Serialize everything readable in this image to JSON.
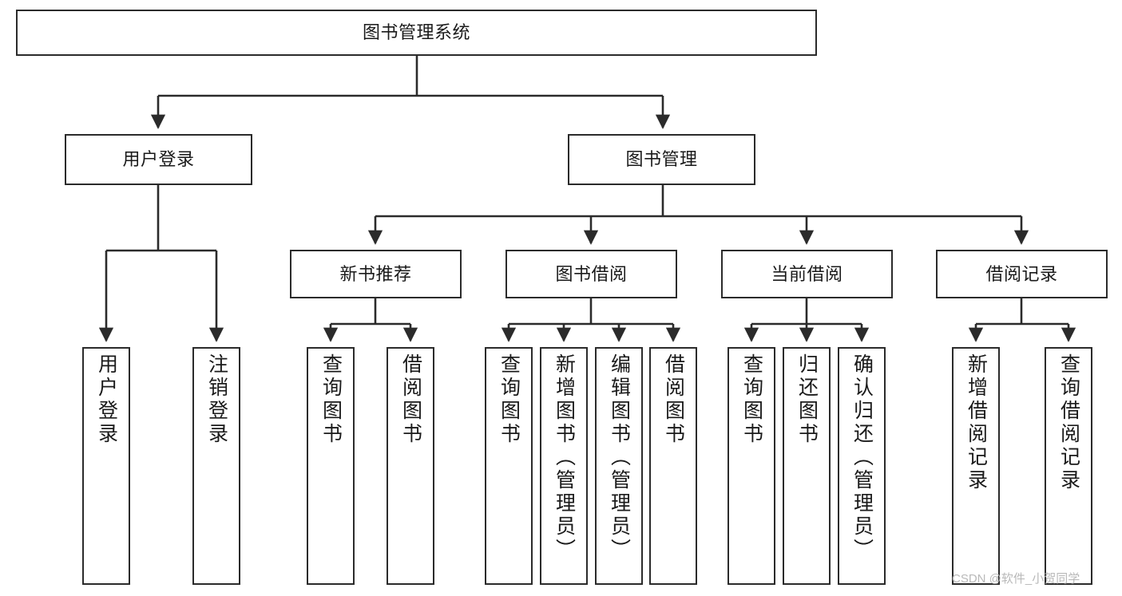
{
  "diagram": {
    "title": "图书管理系统",
    "type": "tree-hierarchy-diagram",
    "root": {
      "id": "root",
      "label": "图书管理系统"
    },
    "level2": [
      {
        "id": "user-login",
        "label": "用户登录"
      },
      {
        "id": "book-management",
        "label": "图书管理"
      }
    ],
    "level3": [
      {
        "id": "new-book-recommend",
        "label": "新书推荐",
        "parent": "book-management"
      },
      {
        "id": "book-borrow",
        "label": "图书借阅",
        "parent": "book-management"
      },
      {
        "id": "current-borrow",
        "label": "当前借阅",
        "parent": "book-management"
      },
      {
        "id": "borrow-record",
        "label": "借阅记录",
        "parent": "book-management"
      }
    ],
    "leaves": [
      {
        "id": "leaf-user-login",
        "label": "用户登录",
        "parent": "user-login"
      },
      {
        "id": "leaf-logout-login",
        "label": "注销登录",
        "parent": "user-login"
      },
      {
        "id": "leaf-query-book-1",
        "label": "查询图书",
        "parent": "new-book-recommend"
      },
      {
        "id": "leaf-borrow-book-1",
        "label": "借阅图书",
        "parent": "new-book-recommend"
      },
      {
        "id": "leaf-query-book-2",
        "label": "查询图书",
        "parent": "book-borrow"
      },
      {
        "id": "leaf-add-book",
        "label": "新增图书（管理员）",
        "parent": "book-borrow"
      },
      {
        "id": "leaf-edit-book",
        "label": "编辑图书（管理员）",
        "parent": "book-borrow"
      },
      {
        "id": "leaf-borrow-book-2",
        "label": "借阅图书",
        "parent": "book-borrow"
      },
      {
        "id": "leaf-query-book-3",
        "label": "查询图书",
        "parent": "current-borrow"
      },
      {
        "id": "leaf-return-book",
        "label": "归还图书",
        "parent": "current-borrow"
      },
      {
        "id": "leaf-confirm-return",
        "label": "确认归还（管理员）",
        "parent": "current-borrow"
      },
      {
        "id": "leaf-add-borrow-record",
        "label": "新增借阅记录",
        "parent": "borrow-record"
      },
      {
        "id": "leaf-query-borrow-record",
        "label": "查询借阅记录",
        "parent": "borrow-record"
      }
    ],
    "colors": {
      "stroke": "#2b2b2b",
      "fill": "#ffffff",
      "text": "#1a1a1a",
      "watermark": "#b9b9b9"
    }
  },
  "watermark": {
    "text": "CSDN @软件_小贺同学"
  }
}
